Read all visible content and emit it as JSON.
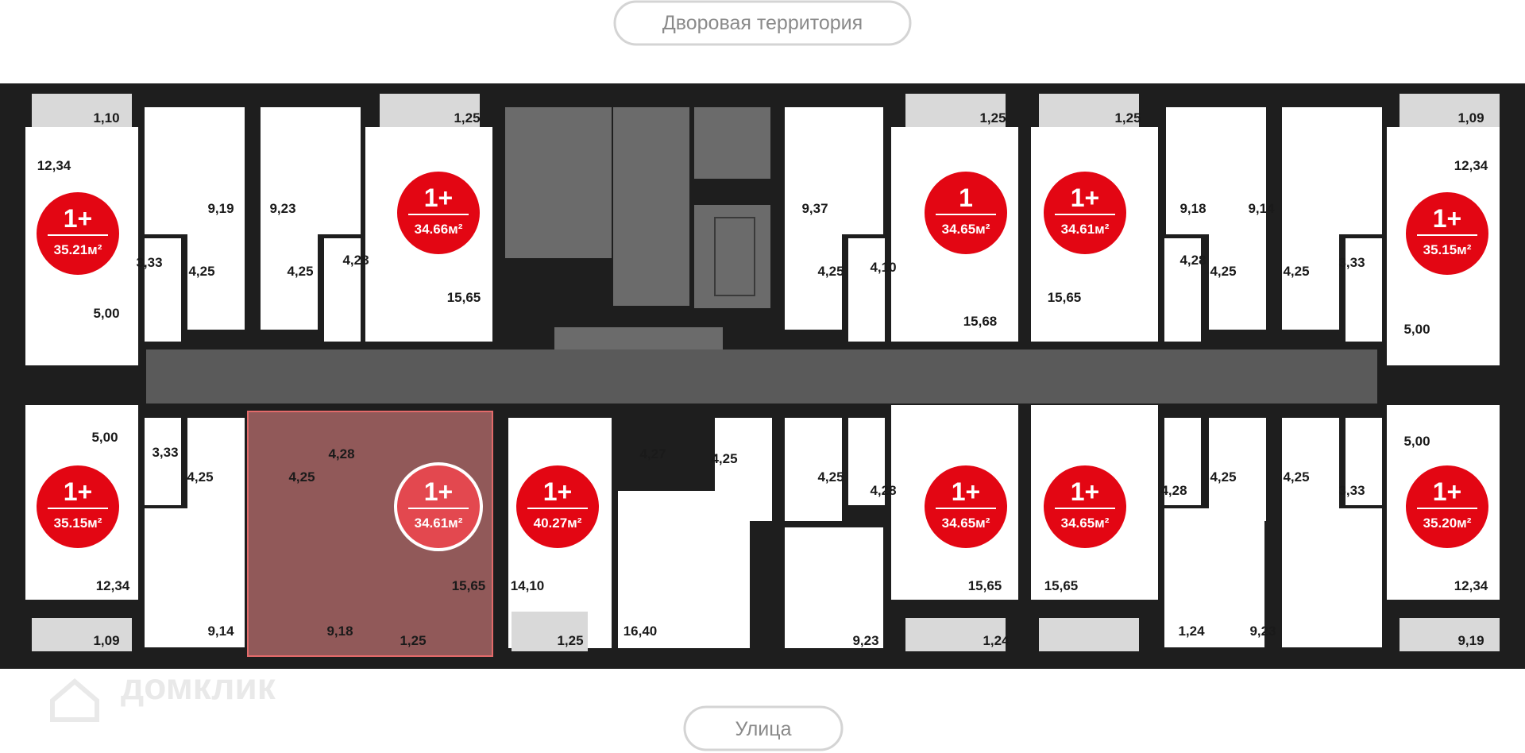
{
  "orientation": {
    "top_label": "Дворовая территория",
    "bottom_label": "Улица"
  },
  "watermark": "домклик",
  "colors": {
    "badge": "#e30613",
    "wall": "#1e1e1e",
    "corridor": "#5a5a5a",
    "core": "#6b6b6b",
    "balcony": "#d9d9d9",
    "selected": "#f08a8a"
  },
  "apartments": [
    {
      "type": "1+",
      "area": "35.21м²"
    },
    {
      "type": "1+",
      "area": "34.66м²"
    },
    {
      "type": "1",
      "area": "34.65м²"
    },
    {
      "type": "1+",
      "area": "34.61м²"
    },
    {
      "type": "1+",
      "area": "35.15м²"
    },
    {
      "type": "1+",
      "area": "35.15м²"
    },
    {
      "type": "1+",
      "area": "34.61м²",
      "selected": true
    },
    {
      "type": "1+",
      "area": "40.27м²"
    },
    {
      "type": "1+",
      "area": "34.65м²"
    },
    {
      "type": "1+",
      "area": "34.65м²"
    },
    {
      "type": "1+",
      "area": "35.20м²"
    }
  ],
  "room_labels": [
    "1,10",
    "1,25",
    "1,25",
    "1,25",
    "1,09",
    "12,34",
    "12,34",
    "9,19",
    "9,23",
    "9,37",
    "9,18",
    "9,14",
    "3,33",
    "4,25",
    "4,25",
    "4,28",
    "4,25",
    "4,10",
    "4,28",
    "4,25",
    "4,25",
    "3,33",
    "5,00",
    "15,65",
    "15,68",
    "15,65",
    "5,00",
    "5,00",
    "3,33",
    "4,25",
    "4,28",
    "4,25",
    "4,27",
    "4,25",
    "4,25",
    "4,28",
    "4,28",
    "4,25",
    "4,25",
    "3,33",
    "5,00",
    "15,65",
    "14,10",
    "15,65",
    "15,65",
    "12,34",
    "12,34",
    "1,09",
    "9,14",
    "9,18",
    "1,25",
    "1,25",
    "16,40",
    "9,23",
    "1,24",
    "1,24",
    "9,23",
    "9,19",
    "1,09"
  ]
}
